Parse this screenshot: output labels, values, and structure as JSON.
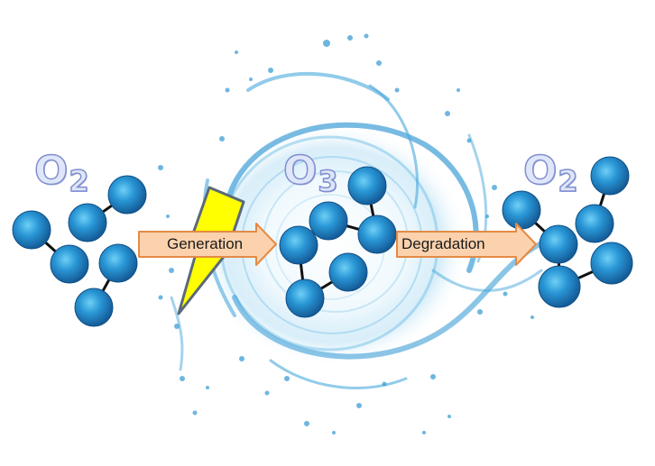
{
  "molecules": [
    {
      "id": "left",
      "formula": {
        "symbol": "O",
        "subscript": "2"
      }
    },
    {
      "id": "center",
      "formula": {
        "symbol": "O",
        "subscript": "3"
      }
    },
    {
      "id": "right",
      "formula": {
        "symbol": "O",
        "subscript": "2"
      }
    }
  ],
  "arrows": [
    {
      "id": "generation",
      "label": "Generation"
    },
    {
      "id": "degradation",
      "label": "Degradation"
    }
  ],
  "colors": {
    "atom": "#1e86c8",
    "atom_highlight": "#62c6f2",
    "bond": "#111111",
    "arrow_fill": "#fbd2ad",
    "arrow_stroke": "#e48a45",
    "lightning": "#ffff00",
    "water": "#5fb4df",
    "formula_text": "#dfe6f8"
  },
  "icons": [
    "lightning-bolt-icon",
    "water-swirl-icon"
  ]
}
